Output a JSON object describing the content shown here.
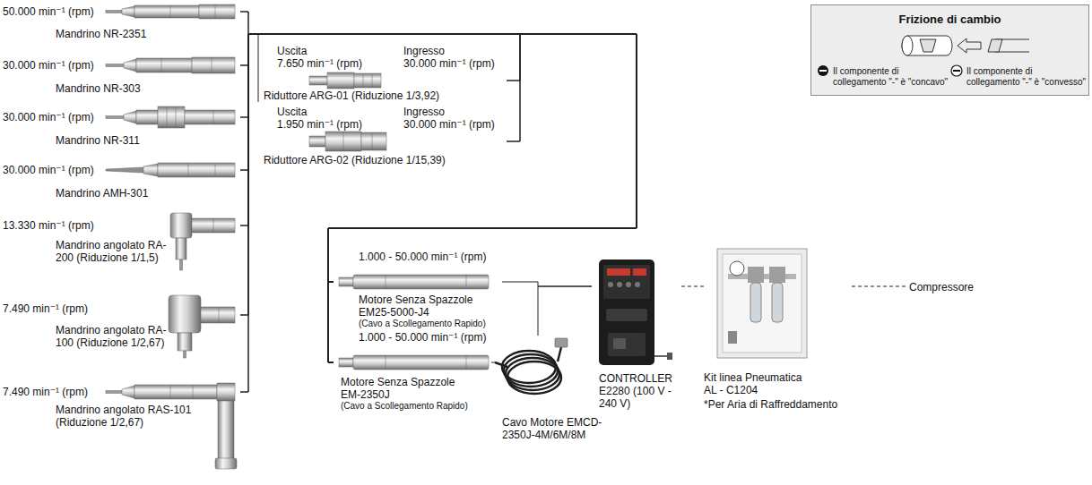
{
  "diagram": {
    "nodes": [
      {
        "text": [
          "50.000 min⁻¹ (rpm)",
          "Mandrino NR-2351"
        ]
      },
      {
        "text": [
          "30.000 min⁻¹ (rpm)",
          "Mandrino NR-303"
        ]
      },
      {
        "text": [
          "30.000 min⁻¹ (rpm)",
          "Mandrino NR-311"
        ]
      },
      {
        "text": [
          "30.000 min⁻¹ (rpm)",
          "Mandrino AMH-301"
        ]
      },
      {
        "text": [
          "13.330 min⁻¹ (rpm)",
          "Mandrino angolato RA-200 (Riduzione 1/1,5)"
        ]
      },
      {
        "text": [
          "7.490 min⁻¹ (rpm)",
          "Mandrino angolato RA-100 (Riduzione 1/2,67)"
        ]
      },
      {
        "text": [
          "7.490 min⁻¹ (rpm)",
          "Mandrino angolato RAS-101 (Riduzione 1/2,67)"
        ]
      },
      {
        "text": [
          "Uscita",
          "7.650 min⁻¹ (rpm)",
          "Ingresso",
          "30.000 min⁻¹ (rpm)",
          "Riduttore ARG-01 (Riduzione 1/3,92)"
        ]
      },
      {
        "text": [
          "Uscita",
          "1.950 min⁻¹ (rpm)",
          "Ingresso",
          "30.000 min⁻¹ (rpm)",
          "Riduttore ARG-02 (Riduzione 1/15,39)"
        ]
      },
      {
        "text": [
          "1.000 - 50.000 min⁻¹ (rpm)",
          "Motore Senza Spazzole EM25-5000-J4",
          "(Cavo a Scollegamento Rapido)"
        ]
      },
      {
        "text": [
          "1.000 - 50.000 min⁻¹ (rpm)",
          "Motore Senza Spazzole EM-2350J",
          "(Cavo a Scollegamento Rapido)"
        ]
      },
      {
        "text": [
          "Cavo Motore EMCD-2350J-4M/6M/8M"
        ]
      },
      {
        "text": [
          "CONTROLLER E2280 (100 V - 240 V)"
        ]
      },
      {
        "text": [
          "Kit linea Pneumatica AL - C1204",
          "*Per Aria di Raffreddamento"
        ]
      },
      {
        "text": [
          "Compressore"
        ]
      },
      {
        "text": [
          "Frizione di cambio",
          "Il componente di collegamento \"-\" è \"concavo\"",
          "Il componente di collegamento \"-\" è \"convesso\""
        ]
      }
    ],
    "edges": [
      {
        "from": 0,
        "to": 9,
        "arrow": "none"
      },
      {
        "from": 0,
        "to": 10,
        "arrow": "none"
      },
      {
        "from": 1,
        "to": 9,
        "arrow": "none"
      },
      {
        "from": 1,
        "to": 10,
        "arrow": "none"
      },
      {
        "from": 2,
        "to": 9,
        "arrow": "none"
      },
      {
        "from": 2,
        "to": 10,
        "arrow": "none"
      },
      {
        "from": 3,
        "to": 9,
        "arrow": "none"
      },
      {
        "from": 3,
        "to": 10,
        "arrow": "none"
      },
      {
        "from": 4,
        "to": 9,
        "arrow": "none"
      },
      {
        "from": 4,
        "to": 10,
        "arrow": "none"
      },
      {
        "from": 5,
        "to": 9,
        "arrow": "none"
      },
      {
        "from": 5,
        "to": 10,
        "arrow": "none"
      },
      {
        "from": 6,
        "to": 9,
        "arrow": "none"
      },
      {
        "from": 6,
        "to": 10,
        "arrow": "none"
      },
      {
        "from": 7,
        "to": 9,
        "arrow": "none"
      },
      {
        "from": 7,
        "to": 10,
        "arrow": "none"
      },
      {
        "from": 8,
        "to": 9,
        "arrow": "none"
      },
      {
        "from": 8,
        "to": 10,
        "arrow": "none"
      },
      {
        "from": 9,
        "to": 12,
        "arrow": "none"
      },
      {
        "from": 10,
        "to": 11,
        "arrow": "none"
      },
      {
        "from": 11,
        "to": 12,
        "arrow": "none"
      },
      {
        "from": 12,
        "to": 13,
        "arrow": "none"
      },
      {
        "from": 13,
        "to": 14,
        "arrow": "none"
      }
    ]
  }
}
